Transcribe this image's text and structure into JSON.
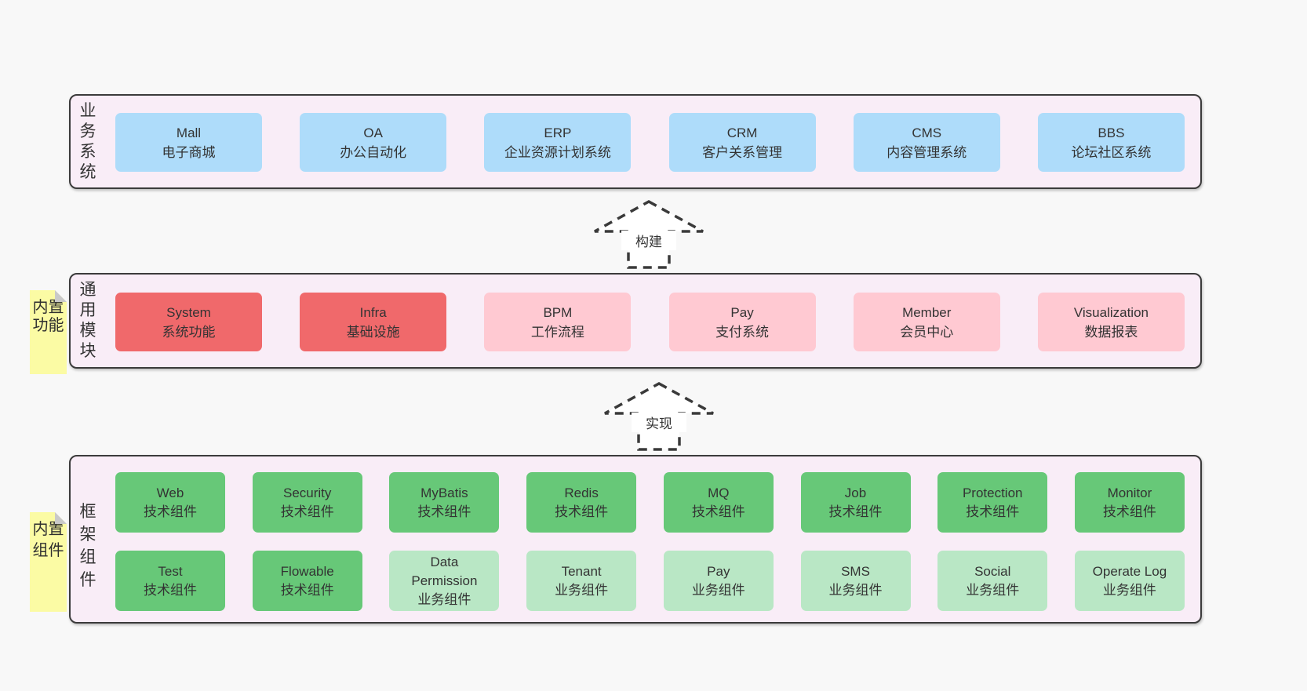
{
  "colors": {
    "page-bg": "#f8f8f8",
    "panel-bg": "#f9edf7",
    "panel-border": "#3b3b3b",
    "blue": "#aedcfa",
    "red": "#f0696b",
    "pink": "#ffc9d2",
    "green": "#67c878",
    "lightgreen": "#b9e7c5",
    "note-yellow": "#fbfba4",
    "note-fold": "#c9c9c9",
    "text": "#333333",
    "arrow-stroke": "#3a3a3a"
  },
  "arrows": [
    {
      "label": "构建"
    },
    {
      "label": "实现"
    }
  ],
  "layers": [
    {
      "label": "业务系统",
      "boxes": [
        {
          "en": "Mall",
          "zh": "电子商城"
        },
        {
          "en": "OA",
          "zh": "办公自动化"
        },
        {
          "en": "ERP",
          "zh": "企业资源计划系统"
        },
        {
          "en": "CRM",
          "zh": "客户关系管理"
        },
        {
          "en": "CMS",
          "zh": "内容管理系统"
        },
        {
          "en": "BBS",
          "zh": "论坛社区系统"
        }
      ]
    },
    {
      "label": "通用模块",
      "note": "内置功能",
      "boxes": [
        {
          "en": "System",
          "zh": "系统功能"
        },
        {
          "en": "Infra",
          "zh": "基础设施"
        },
        {
          "en": "BPM",
          "zh": "工作流程"
        },
        {
          "en": "Pay",
          "zh": "支付系统"
        },
        {
          "en": "Member",
          "zh": "会员中心"
        },
        {
          "en": "Visualization",
          "zh": "数据报表"
        }
      ]
    },
    {
      "label": "框架组件",
      "note": "内置组件",
      "rows": [
        [
          {
            "en": "Web",
            "zh": "技术组件"
          },
          {
            "en": "Security",
            "zh": "技术组件"
          },
          {
            "en": "MyBatis",
            "zh": "技术组件"
          },
          {
            "en": "Redis",
            "zh": "技术组件"
          },
          {
            "en": "MQ",
            "zh": "技术组件"
          },
          {
            "en": "Job",
            "zh": "技术组件"
          },
          {
            "en": "Protection",
            "zh": "技术组件"
          },
          {
            "en": "Monitor",
            "zh": "技术组件"
          }
        ],
        [
          {
            "en": "Test",
            "zh": "技术组件"
          },
          {
            "en": "Flowable",
            "zh": "技术组件"
          },
          {
            "en": "Data Permission",
            "zh": "业务组件"
          },
          {
            "en": "Tenant",
            "zh": "业务组件"
          },
          {
            "en": "Pay",
            "zh": "业务组件"
          },
          {
            "en": "SMS",
            "zh": "业务组件"
          },
          {
            "en": "Social",
            "zh": "业务组件"
          },
          {
            "en": "Operate Log",
            "zh": "业务组件"
          }
        ]
      ]
    }
  ]
}
